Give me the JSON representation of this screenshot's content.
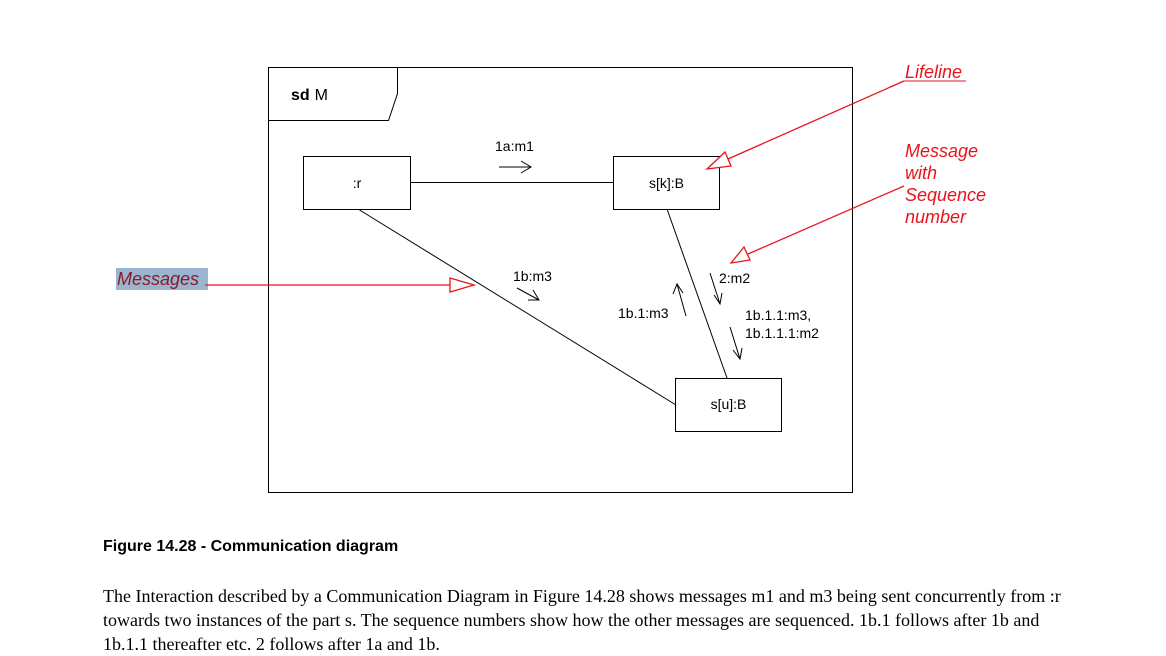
{
  "frame": {
    "keyword": "sd",
    "name": "M"
  },
  "lifelines": {
    "r": ":r",
    "sk": "s[k]:B",
    "su": "s[u]:B"
  },
  "messages": {
    "m1": "1a:m1",
    "m3": "1b:m3",
    "m2": "2:m2",
    "m3_reply": "1b.1:m3",
    "m3_forward_line1": "1b.1.1:m3,",
    "m3_forward_line2": "1b.1.1.1:m2"
  },
  "annotations": {
    "lifeline": "Lifeline",
    "message_with_sequence": [
      "Message",
      "with",
      "Sequence",
      "number"
    ],
    "messages": "Messages"
  },
  "colors": {
    "annotation": "#e8141b",
    "messages_text": "#8b1a2a",
    "messages_highlight": "#9ab5cf",
    "frame": "#000000"
  },
  "caption": "Figure 14.28 - Communication diagram",
  "body_text": "The Interaction described by a Communication Diagram in Figure 14.28 shows messages m1 and m3 being sent concurrently from :r towards two instances of the part s. The sequence numbers show how the other messages are sequenced. 1b.1 follows after 1b and 1b.1.1 thereafter etc. 2 follows after 1a and 1b."
}
